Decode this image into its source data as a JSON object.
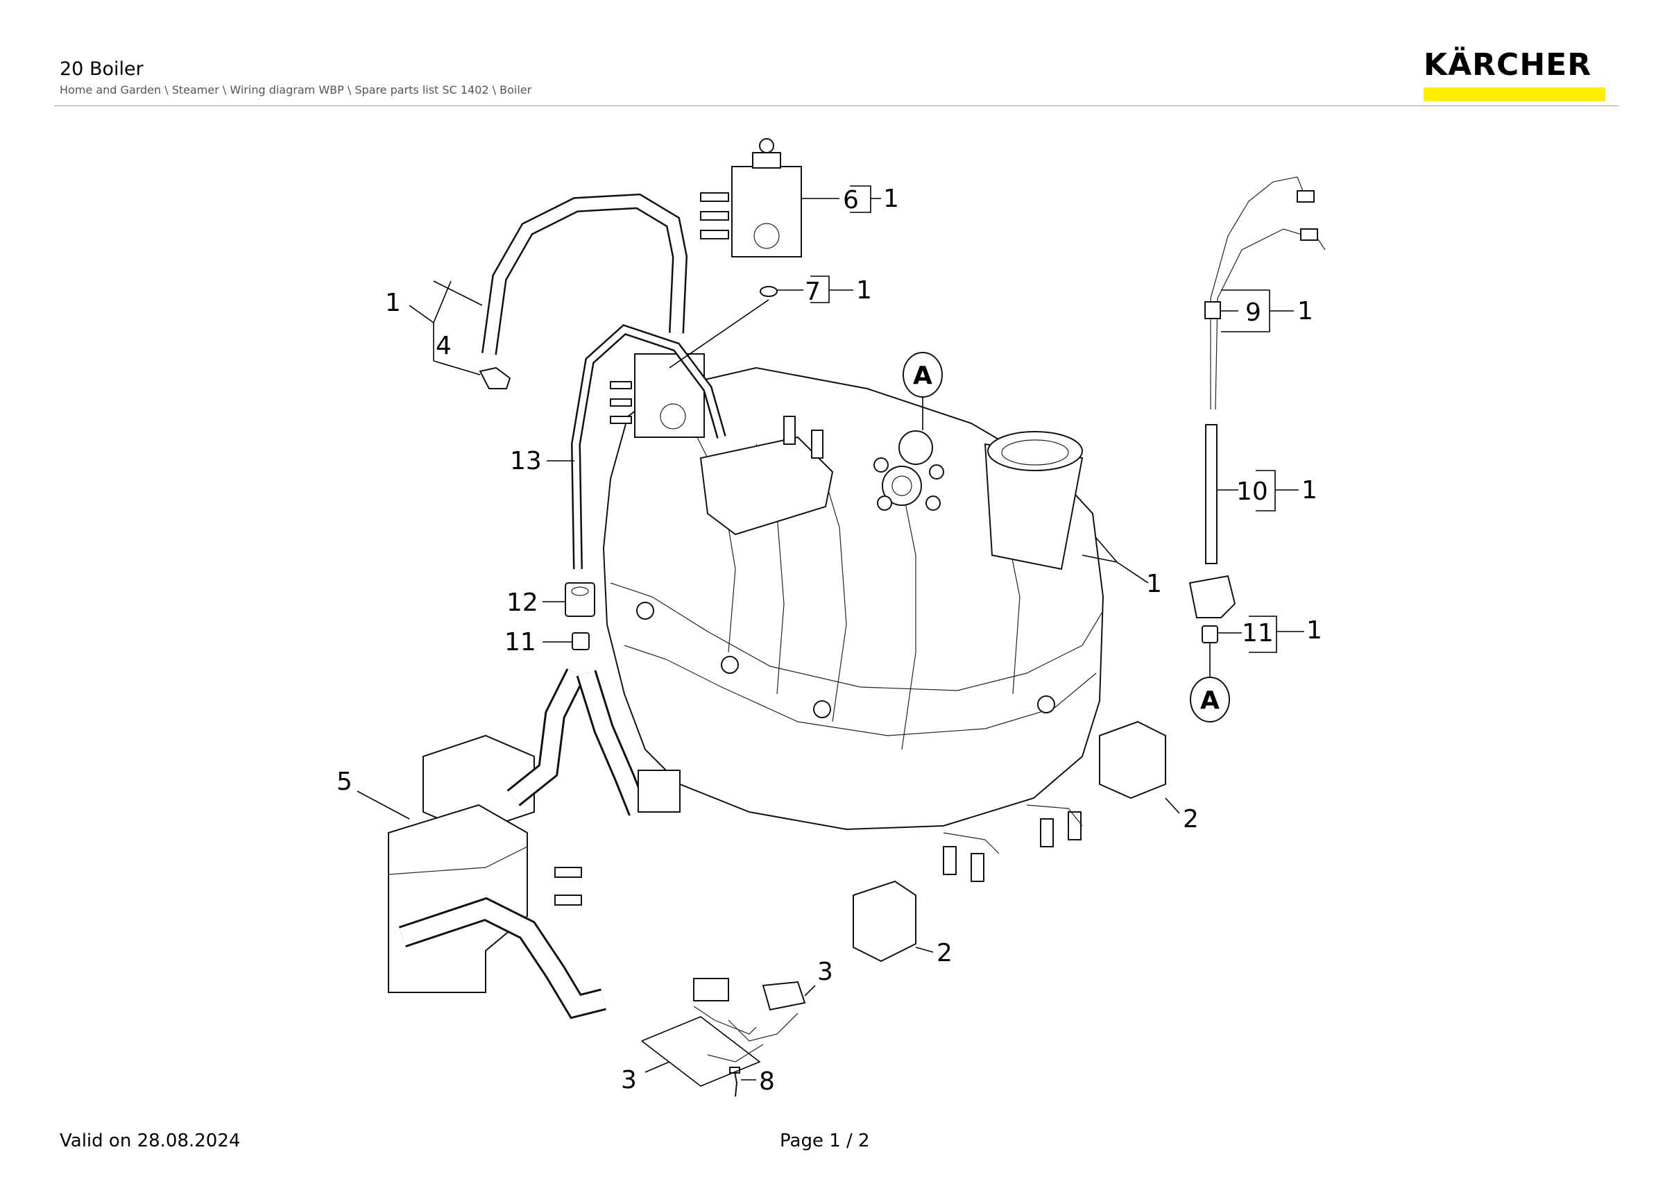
{
  "header": {
    "title": "20 Boiler",
    "breadcrumb": "Home and Garden \\ Steamer \\ Wiring diagram WBP \\ Spare parts list SC 1402 \\ Boiler"
  },
  "logo": {
    "text": "KÄRCHER",
    "accent_color": "#ffee00"
  },
  "footer": {
    "valid": "Valid on 28.08.2024",
    "page": "Page 1 / 2"
  },
  "callouts": {
    "c6": "6",
    "c6q": "1",
    "c7": "7",
    "c7q": "1",
    "c1a": "1",
    "c4": "4",
    "c13": "13",
    "c12": "12",
    "c11a": "11",
    "c5": "5",
    "c9": "9",
    "c9q": "1",
    "c10": "10",
    "c10q": "1",
    "c1b": "1",
    "c11b": "11",
    "c11bq": "1",
    "c2a": "2",
    "c2b": "2",
    "c3a": "3",
    "c3b": "3",
    "c8": "8",
    "refA1": "A",
    "refA2": "A"
  }
}
